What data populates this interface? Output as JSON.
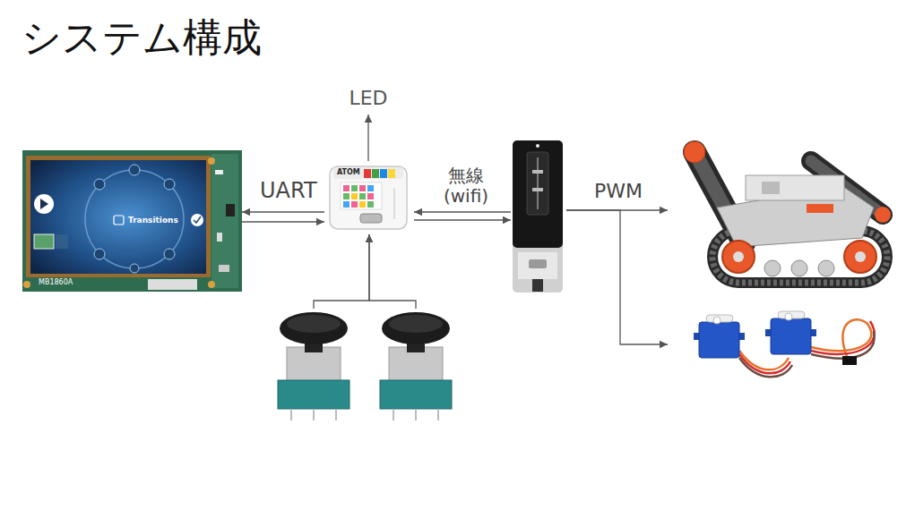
{
  "diagram": {
    "title": "システム構成",
    "nodes": [
      {
        "text": [
          "Transitions",
          "MB1860A"
        ]
      },
      {
        "text": [
          "LED"
        ]
      },
      {
        "text": [
          "ATOM"
        ]
      },
      {
        "text": []
      },
      {
        "text": []
      },
      {
        "text": []
      },
      {
        "text": []
      },
      {
        "text": []
      }
    ],
    "edges": [
      {
        "from": 0,
        "to": 2,
        "label": "UART",
        "arrow": "both"
      },
      {
        "from": 2,
        "to": 1,
        "arrow": "to"
      },
      {
        "from": 5,
        "to": 2,
        "arrow": "to"
      },
      {
        "from": 6,
        "to": 2,
        "arrow": "to"
      },
      {
        "from": 2,
        "to": 3,
        "label": "無線 (wifi)",
        "arrow": "both"
      },
      {
        "from": 3,
        "to": 4,
        "label": "PWM",
        "arrow": "to"
      },
      {
        "from": 3,
        "to": 7,
        "arrow": "to"
      }
    ]
  }
}
